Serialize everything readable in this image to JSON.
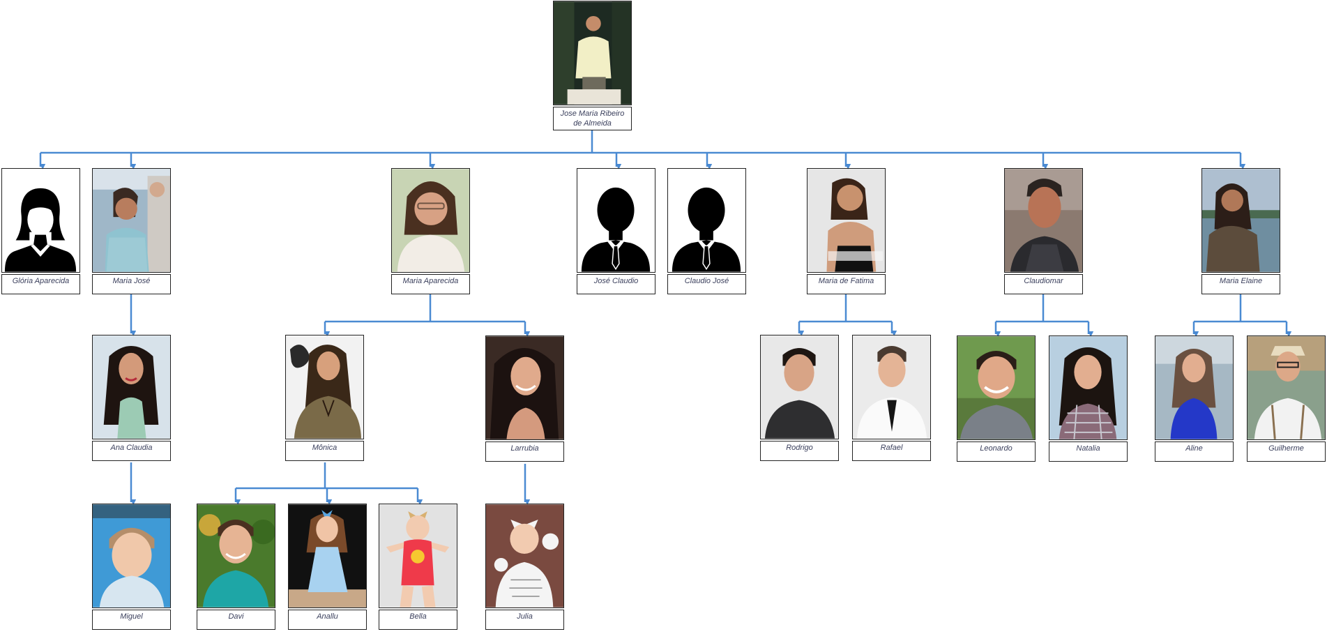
{
  "colors": {
    "connector": "#4a8ad2",
    "border": "#222222",
    "label_text": "#3a3f5c"
  },
  "tree": {
    "root": {
      "name": "Jose Maria Ribeiro de Almeida",
      "photo": "photo-older-man-light-shirt"
    },
    "children": [
      {
        "name": "Glória Aparecida",
        "photo": "female-silhouette-icon"
      },
      {
        "name": "Maria José",
        "photo": "photo-woman-with-man"
      },
      {
        "name": "Maria Aparecida",
        "photo": "photo-woman-curly-hair-glasses"
      },
      {
        "name": "José Claudio",
        "photo": "male-silhouette-icon"
      },
      {
        "name": "Claudio José",
        "photo": "male-silhouette-icon"
      },
      {
        "name": "Maria de Fatima",
        "photo": "photo-woman-black-top"
      },
      {
        "name": "Claudiomar",
        "photo": "photo-man-dark-shirt"
      },
      {
        "name": "Maria Elaine",
        "photo": "photo-woman-by-lake"
      }
    ],
    "grandchildren": [
      {
        "name": "Ana Claudia",
        "parent": "Maria José"
      },
      {
        "name": "Mônica",
        "parent": "Maria Aparecida"
      },
      {
        "name": "Larrubia",
        "parent": "Maria Aparecida"
      },
      {
        "name": "Rodrigo",
        "parent": "Maria de Fatima"
      },
      {
        "name": "Rafael",
        "parent": "Maria de Fatima"
      },
      {
        "name": "Leonardo",
        "parent": "Claudiomar"
      },
      {
        "name": "Natalia",
        "parent": "Claudiomar"
      },
      {
        "name": "Aline",
        "parent": "Maria Elaine"
      },
      {
        "name": "Guilherme",
        "parent": "Maria Elaine"
      }
    ],
    "great_grandchildren": [
      {
        "name": "Miguel",
        "parent": "Ana Claudia"
      },
      {
        "name": "Davi",
        "parent": "Mônica"
      },
      {
        "name": "Anallu",
        "parent": "Mônica"
      },
      {
        "name": "Bella",
        "parent": "Mônica"
      },
      {
        "name": "Julia",
        "parent": "Larrubia"
      }
    ]
  }
}
